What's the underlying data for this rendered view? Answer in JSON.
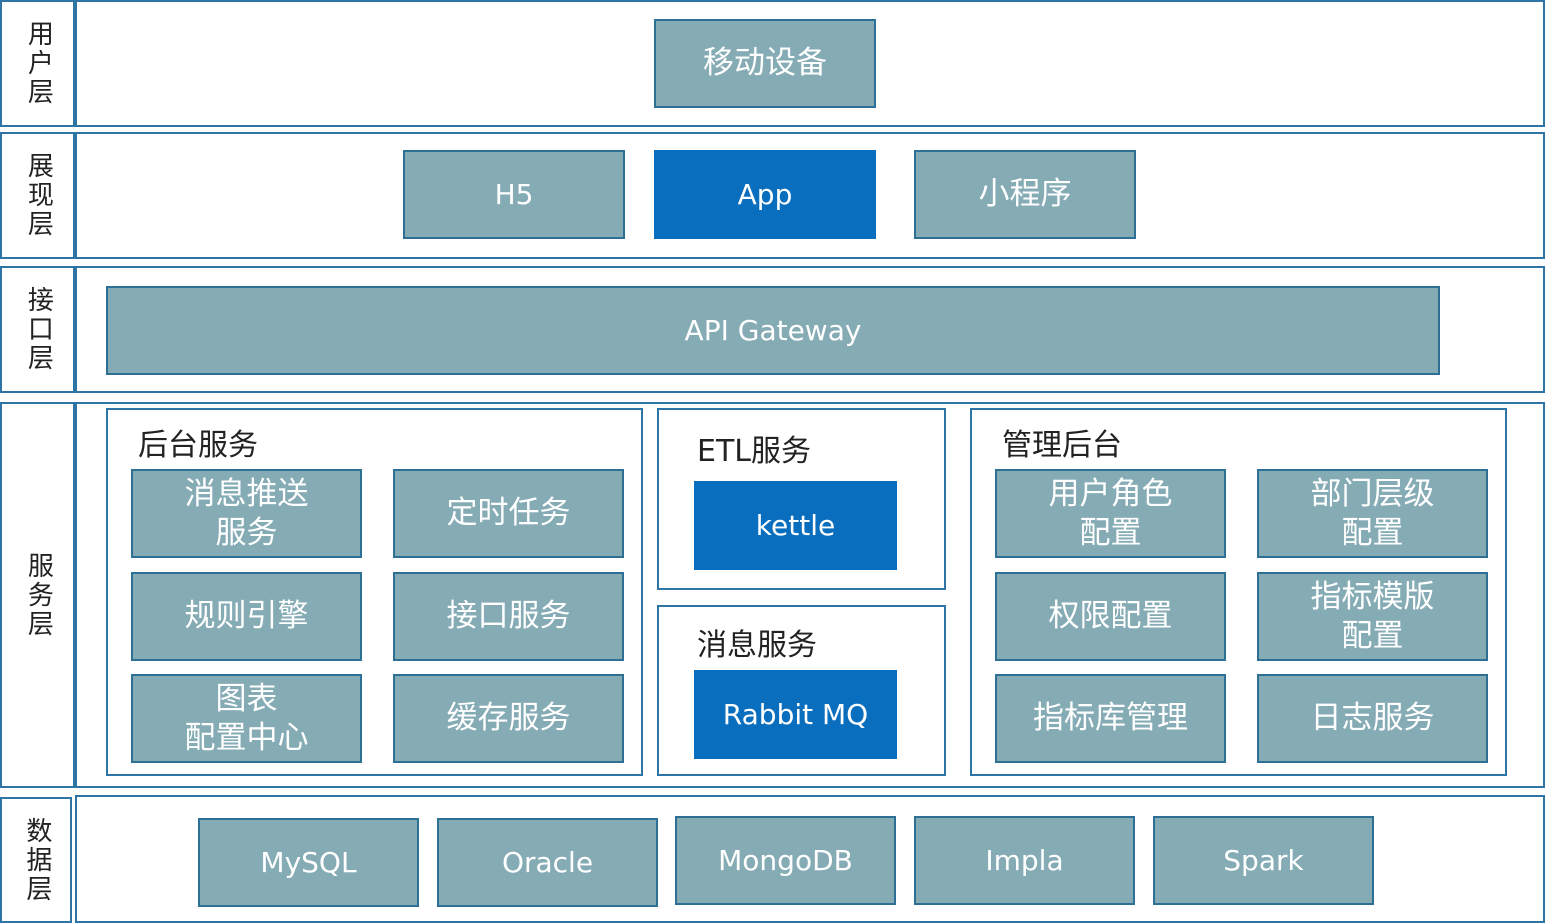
{
  "layers": {
    "user": "用户层",
    "presentation": "展现层",
    "interface": "接口层",
    "service": "服务层",
    "data": "数据层"
  },
  "user_layer": {
    "mobile": "移动设备"
  },
  "presentation_layer": {
    "h5": "H5",
    "app": "App",
    "mini_program": "小程序"
  },
  "interface_layer": {
    "gateway": "API Gateway"
  },
  "service_layer": {
    "backend": {
      "title": "后台服务",
      "items": [
        "消息推送\n服务",
        "定时任务",
        "规则引擎",
        "接口服务",
        "图表\n配置中心",
        "缓存服务"
      ]
    },
    "etl": {
      "title": "ETL服务",
      "item": "kettle"
    },
    "message": {
      "title": "消息服务",
      "item": "Rabbit MQ"
    },
    "admin": {
      "title": "管理后台",
      "items": [
        "用户角色\n配置",
        "部门层级\n配置",
        "权限配置",
        "指标模版\n配置",
        "指标库管理",
        "日志服务"
      ]
    }
  },
  "data_layer": {
    "items": [
      "MySQL",
      "Oracle",
      "MongoDB",
      "Impla",
      "Spark"
    ]
  },
  "colors": {
    "node_fill": "#85abb5",
    "highlight_fill": "#0a6ebf",
    "border": "#2e75a6"
  }
}
